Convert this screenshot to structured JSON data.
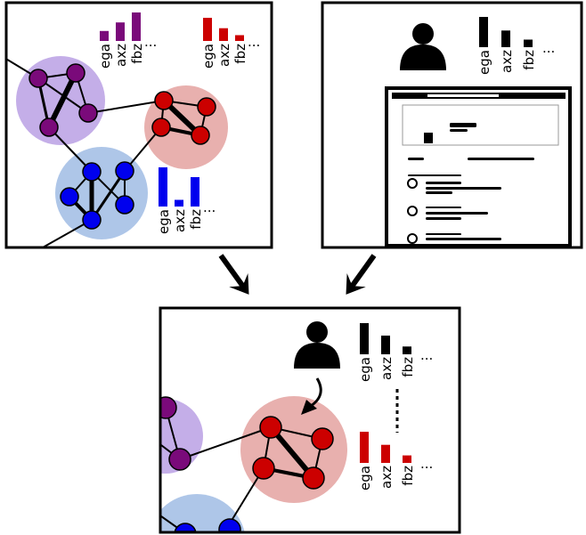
{
  "bar_labels": [
    "ega",
    "axz",
    "fbz"
  ],
  "ellipsis": "...",
  "colors": {
    "purple": "#7a0a7a",
    "red": "#cc0000",
    "blue": "#0000ee",
    "black": "#000000",
    "purple_bg": "#c4aee8",
    "red_bg": "#e8b0ae",
    "blue_bg": "#aec6e8"
  },
  "profiles": {
    "purple_cluster": [
      0.35,
      0.65,
      1.0
    ],
    "red_cluster": [
      1.0,
      0.55,
      0.25
    ],
    "blue_cluster": [
      1.0,
      0.17,
      0.75
    ],
    "user": [
      1.0,
      0.55,
      0.25
    ],
    "user_result": [
      1.0,
      0.6,
      0.25
    ],
    "assigned_cluster": [
      1.0,
      0.58,
      0.24
    ]
  }
}
